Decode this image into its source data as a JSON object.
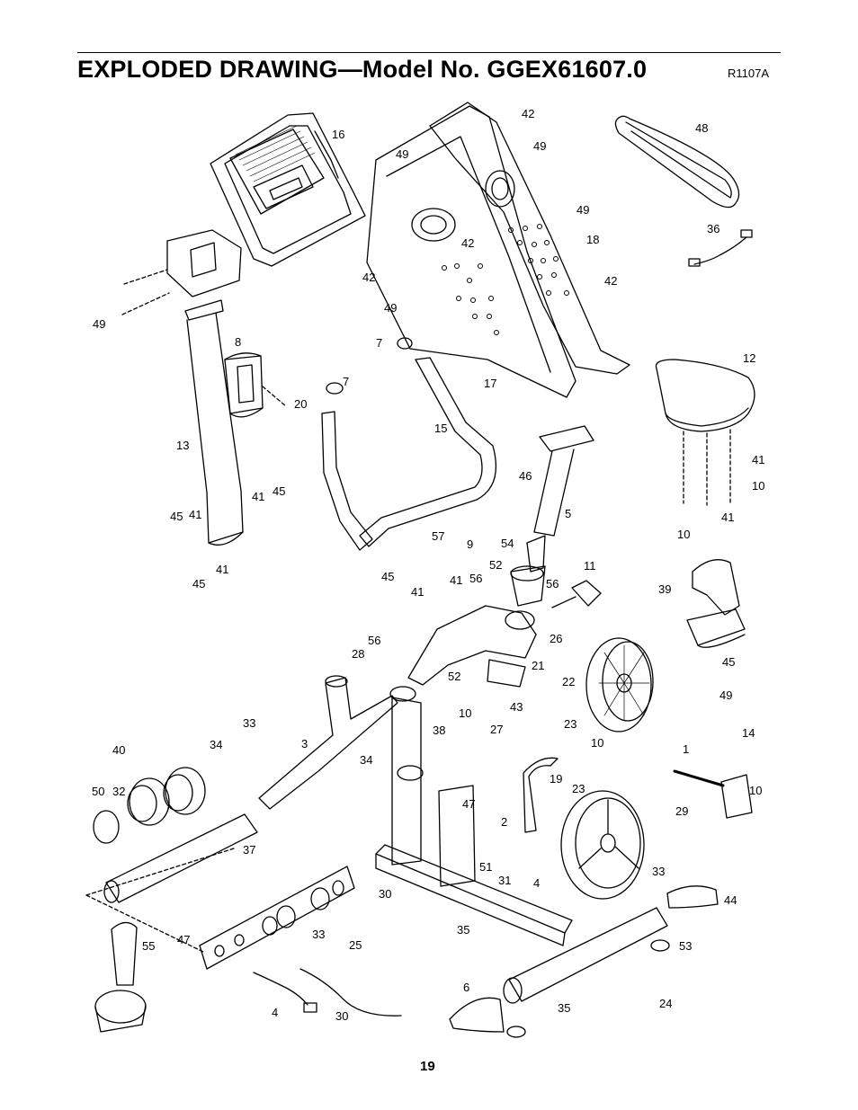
{
  "header": {
    "title": "EXPLODED DRAWING—Model No. GGEX61607.0",
    "reference": "R1107A"
  },
  "footer": {
    "page_number": "19"
  },
  "callouts": [
    "16",
    "49",
    "42",
    "49",
    "48",
    "49",
    "36",
    "18",
    "42",
    "42",
    "42",
    "49",
    "49",
    "8",
    "7",
    "17",
    "12",
    "7",
    "20",
    "13",
    "15",
    "46",
    "41",
    "10",
    "41",
    "45",
    "5",
    "45",
    "41",
    "41",
    "10",
    "57",
    "9",
    "54",
    "41",
    "45",
    "52",
    "56",
    "11",
    "39",
    "45",
    "41",
    "41",
    "56",
    "26",
    "45",
    "28",
    "56",
    "21",
    "52",
    "22",
    "43",
    "49",
    "10",
    "38",
    "27",
    "23",
    "10",
    "33",
    "34",
    "34",
    "14",
    "1",
    "40",
    "3",
    "19",
    "23",
    "10",
    "50",
    "32",
    "47",
    "2",
    "29",
    "37",
    "51",
    "33",
    "31",
    "4",
    "30",
    "44",
    "47",
    "33",
    "25",
    "35",
    "55",
    "53",
    "4",
    "30",
    "6",
    "24",
    "35"
  ]
}
